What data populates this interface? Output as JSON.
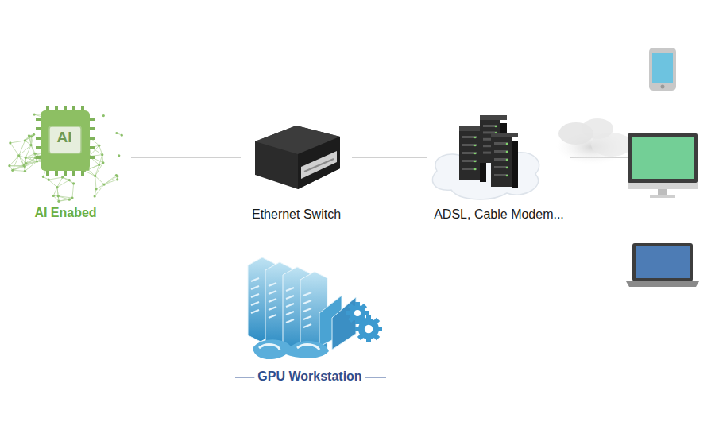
{
  "diagram": {
    "nodes": [
      {
        "text": [
          "AI",
          "AI Enabed"
        ]
      },
      {
        "text": [
          "Ethernet Switch"
        ]
      },
      {
        "text": [
          "ADSL, Cable Modem..."
        ]
      },
      {
        "text": [
          "GPU Workstation"
        ]
      }
    ],
    "edges": [
      {
        "from": 0,
        "to": 1,
        "arrow": "none"
      },
      {
        "from": 1,
        "to": 2,
        "arrow": "none"
      }
    ]
  }
}
